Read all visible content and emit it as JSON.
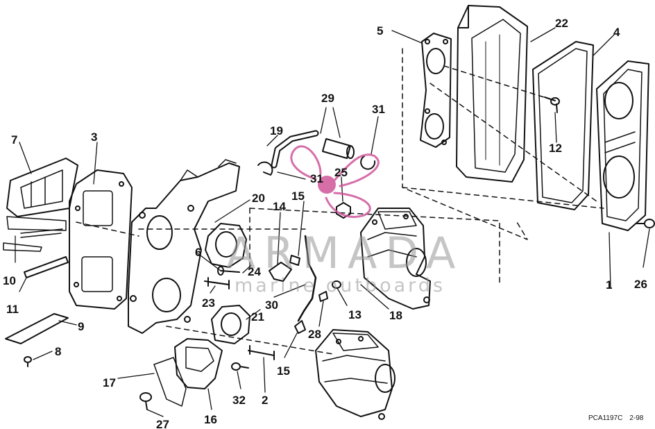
{
  "diagram": {
    "callouts": [
      "1",
      "2",
      "3",
      "4",
      "5",
      "6",
      "7",
      "8",
      "9",
      "10",
      "11",
      "12",
      "13",
      "14",
      "15",
      "15",
      "16",
      "17",
      "18",
      "19",
      "20",
      "21",
      "22",
      "23",
      "24",
      "25",
      "26",
      "27",
      "28",
      "29",
      "30",
      "31",
      "31",
      "32"
    ],
    "drawing_code": "PCA1197C",
    "revision_date": "2-98"
  },
  "watermark": {
    "title": "ARMADA",
    "subtitle": "marine outboards",
    "logo_color": "#d0559a"
  },
  "colors": {
    "ink": "#111111",
    "watermark_gray": "#969696"
  }
}
